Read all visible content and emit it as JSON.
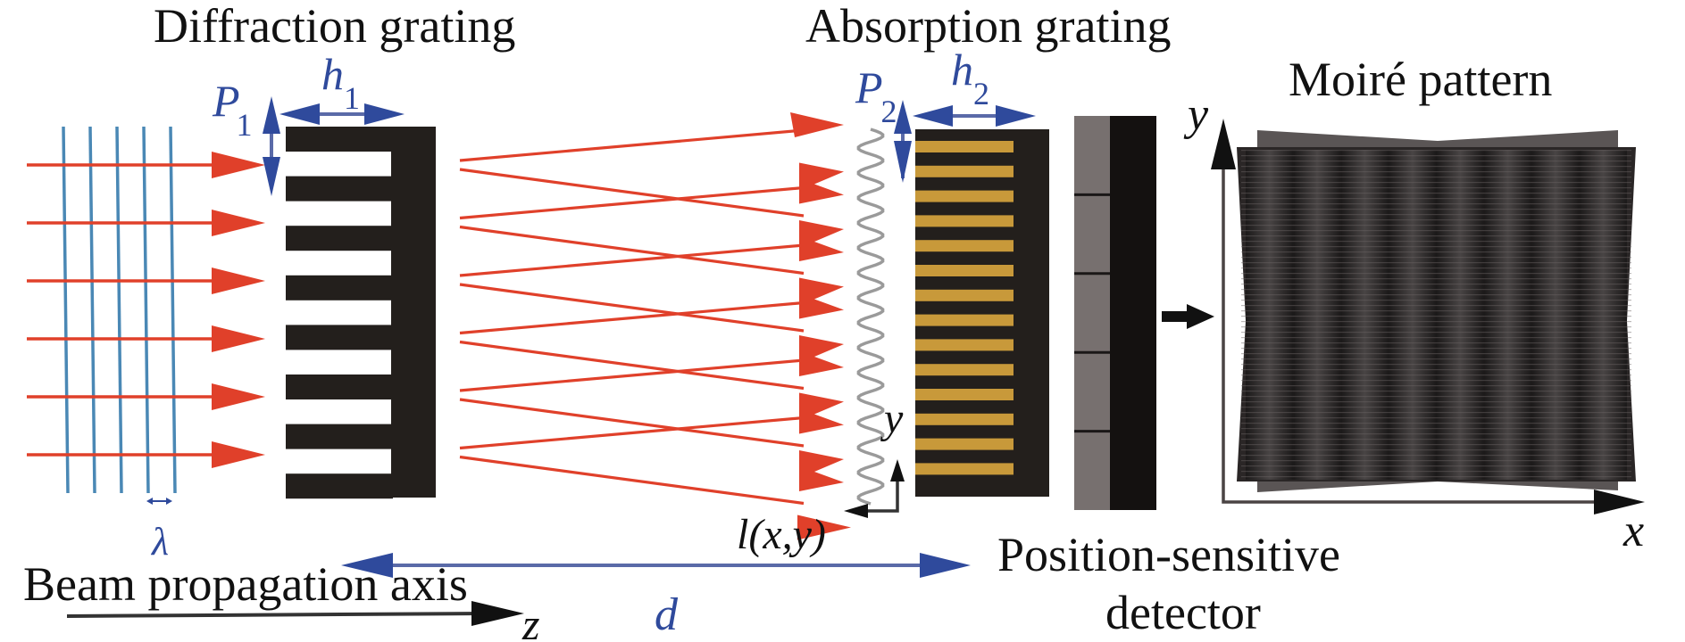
{
  "labels": {
    "diffraction_grating": "Diffraction grating",
    "absorption_grating": "Absorption grating",
    "moire_pattern": "Moiré pattern",
    "beam_axis": "Beam propagation axis",
    "detector_line1": "Position-sensitive",
    "detector_line2": "detector"
  },
  "symbols": {
    "P1": {
      "main": "P",
      "sub": "1"
    },
    "h1": {
      "main": "h",
      "sub": "1"
    },
    "P2": {
      "main": "P",
      "sub": "2"
    },
    "h2": {
      "main": "h",
      "sub": "2"
    },
    "lambda": "λ",
    "d": "d",
    "z": "z",
    "lxy": "l(x,y)",
    "y_local": "y",
    "moire_y": "y",
    "moire_x": "x"
  },
  "components": {
    "incident_rays": 6,
    "wavefronts": 5,
    "diffraction_teeth": 8,
    "diffracted_ray_pairs": 6,
    "absorption_bars": 14,
    "detector_cells": 5,
    "moire_fringes": 8
  },
  "colors": {
    "ray": "#e0402a",
    "wavefront": "#4a88b5",
    "annotation": "#2f4a9c",
    "grating": "#231f1c",
    "gold": "#c8993a",
    "detector_grey": "#77706f",
    "detector_black": "#141110",
    "wave": "#9a9a9a",
    "axis": "#111111"
  }
}
